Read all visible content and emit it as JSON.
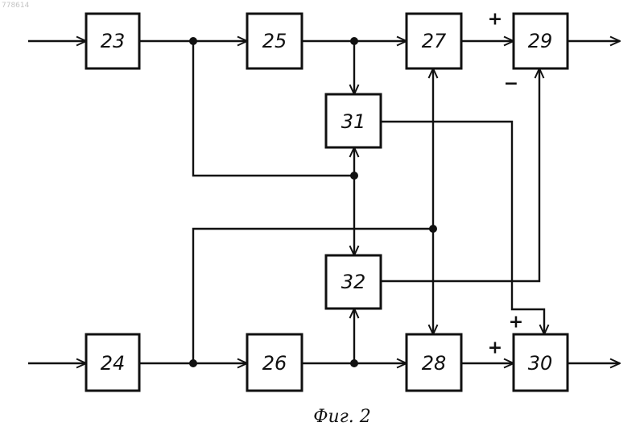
{
  "figure": {
    "corner_number": "778614",
    "caption": "Фиг. 2"
  },
  "blocks": {
    "b23": "23",
    "b24": "24",
    "b25": "25",
    "b26": "26",
    "b27": "27",
    "b28": "28",
    "b29": "29",
    "b30": "30",
    "b31": "31",
    "b32": "32"
  },
  "signs": {
    "plus_29_top": "+",
    "minus_29_bottom": "−",
    "plus_30_top": "+",
    "plus_30_left": "+"
  },
  "style": {
    "ink": "#111111",
    "paper": "#ffffff"
  }
}
